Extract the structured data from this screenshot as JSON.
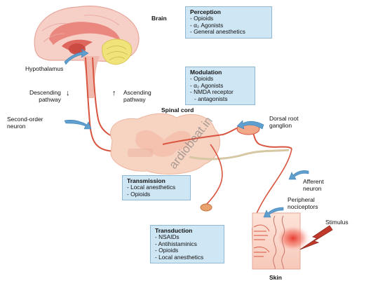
{
  "colors": {
    "nerve": "#d9543f",
    "brain_tissue": "#f6cfc6",
    "brain_inner": "#e97f78",
    "cerebellum": "#f0e37a",
    "cord_tissue": "#f7d3c2",
    "box_fill": "#cfe6f4",
    "arrow_blue": "#5f9fcf",
    "stimulus": "#c0392b"
  },
  "labels": {
    "brain": "Brain",
    "hypothalamus": "Hypothalamus",
    "descending": "Descending\npathway",
    "ascending": "Ascending\npathway",
    "second_order": "Second-order\nneuron",
    "spinal_cord": "Spinal cord",
    "dorsal_root": "Dorsal root\nganglion",
    "afferent": "Afferent\nneuron",
    "peripheral": "Peripheral\nnociceptors",
    "stimulus": "Stimulus",
    "skin": "Skin",
    "descending_arrow": "↓",
    "ascending_arrow": "↑"
  },
  "boxes": {
    "perception": {
      "title": "Perception",
      "items": [
        "Opioids",
        "α₂ Agonists",
        "General anesthetics"
      ]
    },
    "modulation": {
      "title": "Modulation",
      "items": [
        "Opioids",
        "α₂ Agonists",
        "NMDA receptor",
        "antagonists"
      ]
    },
    "transmission": {
      "title": "Transmission",
      "items": [
        "Local anesthetics",
        "Opioids"
      ]
    },
    "transduction": {
      "title": "Transduction",
      "items": [
        "NSAIDs",
        "Antihistaminics",
        "Opioids",
        "Local anesthetics"
      ]
    }
  },
  "watermark": "ardiobeat.in",
  "icons": [
    "pointer-arrow-icon",
    "stimulus-bolt-icon",
    "nociceptor-ending-icon"
  ]
}
